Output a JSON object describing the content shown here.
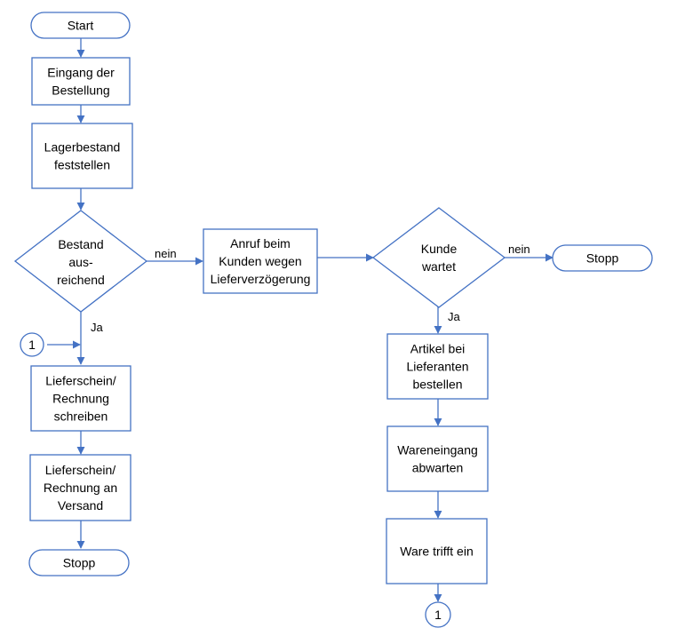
{
  "colors": {
    "stroke": "#4472c4",
    "fill": "#ffffff",
    "text": "#000000"
  },
  "nodes": {
    "start": {
      "type": "terminal",
      "lines": [
        "Start"
      ]
    },
    "eingang": {
      "type": "process",
      "lines": [
        "Eingang der",
        "Bestellung"
      ]
    },
    "lagerbestand": {
      "type": "process",
      "lines": [
        "Lagerbestand",
        "feststellen"
      ]
    },
    "bestand": {
      "type": "decision",
      "lines": [
        "Bestand",
        "aus-",
        "reichend"
      ]
    },
    "anruf": {
      "type": "process",
      "lines": [
        "Anruf beim",
        "Kunden wegen",
        "Lieferverzögerung"
      ]
    },
    "kunde": {
      "type": "decision",
      "lines": [
        "Kunde",
        "wartet"
      ]
    },
    "stopp_right": {
      "type": "terminal",
      "lines": [
        "Stopp"
      ]
    },
    "connector_left": {
      "type": "connector",
      "lines": [
        "1"
      ]
    },
    "lieferschein1": {
      "type": "process",
      "lines": [
        "Lieferschein/",
        "Rechnung",
        "schreiben"
      ]
    },
    "lieferschein2": {
      "type": "process",
      "lines": [
        "Lieferschein/",
        "Rechnung an",
        "Versand"
      ]
    },
    "stopp_left": {
      "type": "terminal",
      "lines": [
        "Stopp"
      ]
    },
    "artikel": {
      "type": "process",
      "lines": [
        "Artikel bei",
        "Lieferanten",
        "bestellen"
      ]
    },
    "wareneingang": {
      "type": "process",
      "lines": [
        "Wareneingang",
        "abwarten"
      ]
    },
    "ware": {
      "type": "process",
      "lines": [
        "Ware trifft ein"
      ]
    },
    "connector_bottom": {
      "type": "connector",
      "lines": [
        "1"
      ]
    }
  },
  "edges": {
    "bestand_nein": "nein",
    "bestand_ja": "Ja",
    "kunde_nein": "nein",
    "kunde_ja": "Ja"
  }
}
